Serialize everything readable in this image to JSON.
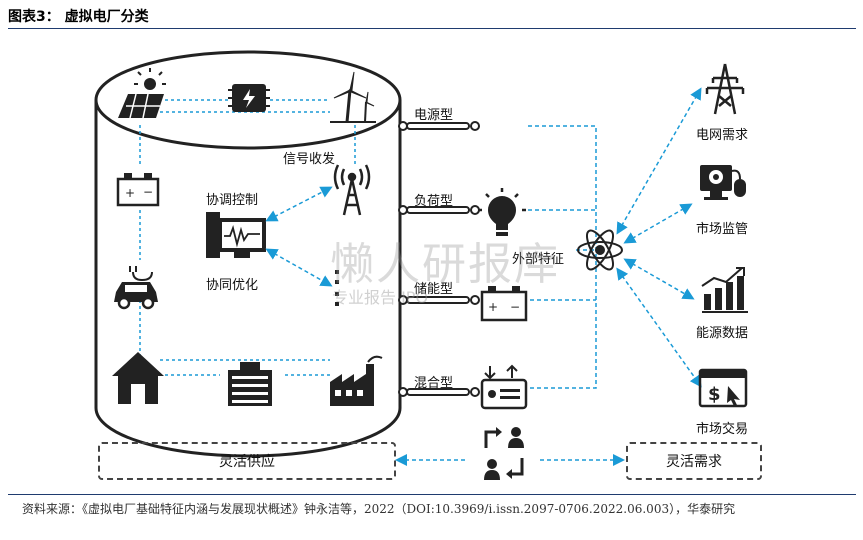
{
  "figure": {
    "title": "图表3：  虚拟电厂分类",
    "source": "资料来源：《虚拟电厂基础特征内涵与发展现状概述》钟永洁等，2022（DOI:10.3969/i.issn.2097-0706.2022.06.003），华泰研究"
  },
  "cylinder": {
    "signal_label": "信号收发",
    "coord_label": "协调控制",
    "optim_label": "协同优化"
  },
  "types": [
    "电源型",
    "负荷型",
    "储能型",
    "混合型"
  ],
  "center_label": "外部特征",
  "demands": [
    "电网需求",
    "市场监管",
    "能源数据",
    "市场交易"
  ],
  "bottom": {
    "supply": "灵活供应",
    "demand": "灵活需求"
  },
  "watermark": {
    "main": "懒人研报库",
    "sub": "专业报告 IPO"
  },
  "colors": {
    "accent": "#1a9ad6",
    "ink": "#222222",
    "rule": "#1f3b6f"
  },
  "icons": [
    "solar-panel-icon",
    "chip-icon",
    "wind-turbine-icon",
    "battery-icon",
    "electric-car-icon",
    "house-icon",
    "building-icon",
    "factory-icon",
    "signal-tower-icon",
    "monitor-icon",
    "lightbulb-icon",
    "battery-storage-icon",
    "hybrid-card-icon",
    "atom-icon",
    "power-tower-icon",
    "market-monitor-icon",
    "bar-chart-icon",
    "trade-icon",
    "exchange-icon"
  ]
}
